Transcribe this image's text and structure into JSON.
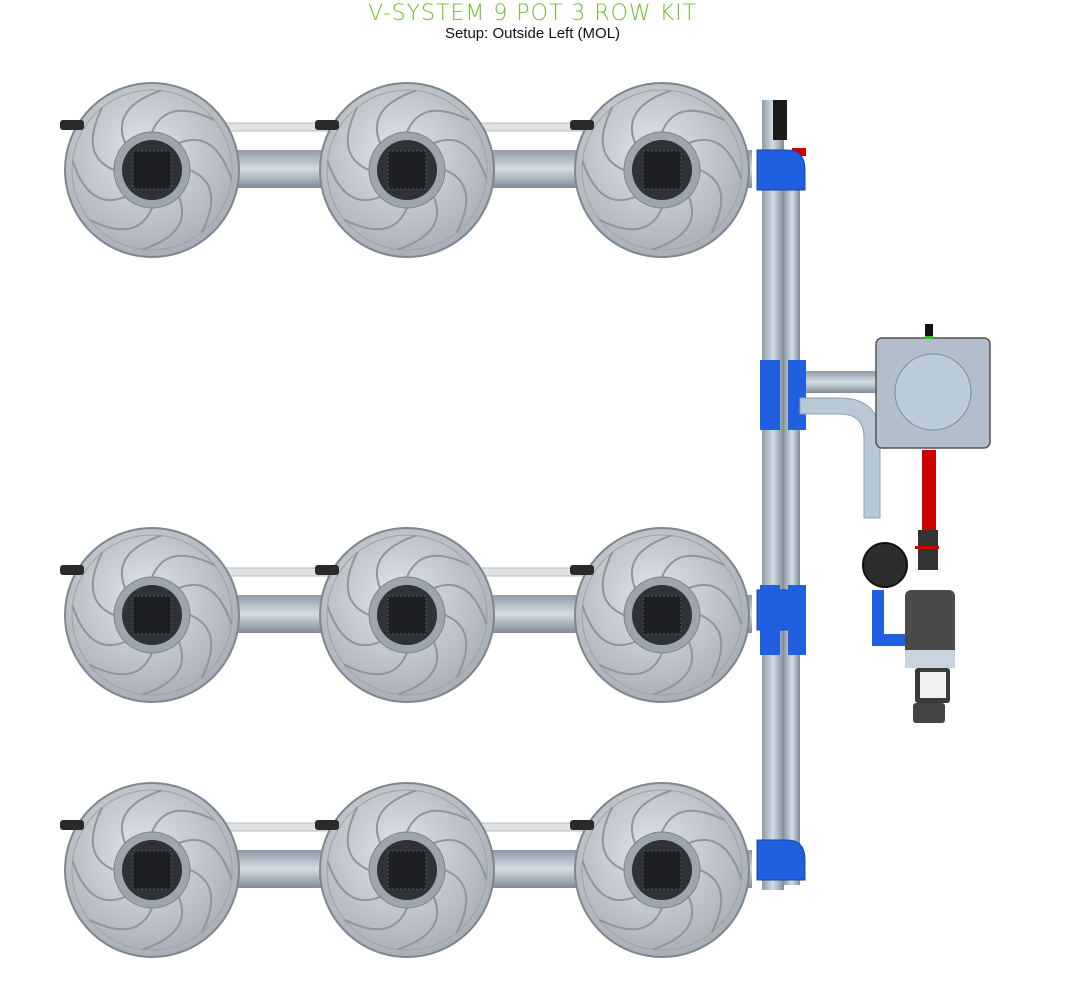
{
  "header": {
    "title": "V-SYSTEM 9 POT 3 ROW KIT",
    "subtitle": "Setup: Outside Left (MOL)"
  },
  "layout": {
    "rows": 3,
    "pots_per_row": 3
  },
  "colors": {
    "title": "#6cbf2a",
    "fitting_blue": "#1f5fe0",
    "valve_red": "#cc0000",
    "pipe": "#b8c8d6",
    "pot": "#c8ccd2"
  }
}
